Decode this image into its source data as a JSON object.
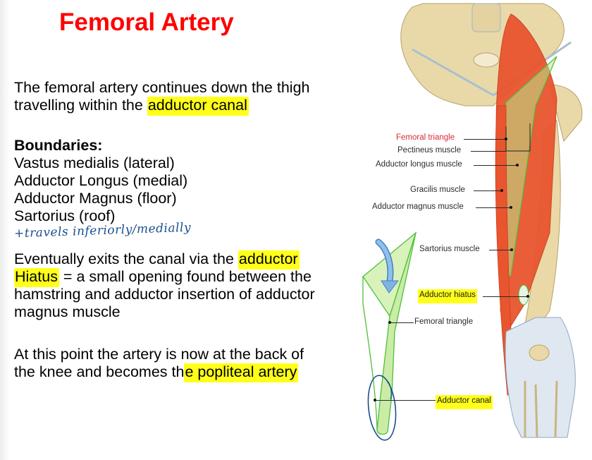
{
  "slide": {
    "title": "Femoral Artery",
    "title_color": "#ff0000",
    "highlight_color": "#ffff1a",
    "paragraph1": {
      "line1": "The femoral artery continues down the thigh",
      "line2_prefix": "travelling within the ",
      "line2_highlight": "adductor canal"
    },
    "boundaries": {
      "heading": "Boundaries:",
      "items": [
        "Vastus medialis (lateral)",
        "Adductor Longus (medial)",
        "Adductor Magnus (floor)",
        "Sartorius  (roof)"
      ]
    },
    "handwritten_note": "+travels inferiorly/medially",
    "paragraph2": {
      "line1_prefix": "Eventually exits the canal via the ",
      "line1_highlight": "adductor",
      "line2_highlight": "Hiatus",
      "line2_suffix": " = a small opening found between the",
      "line3": "hamstring and adductor insertion of adductor",
      "line4": "magnus muscle"
    },
    "paragraph3": {
      "line1": "At this point the artery is now at the back of",
      "line2_prefix": "the knee and becomes th",
      "line2_highlight": "e popliteal artery"
    }
  },
  "figure": {
    "labels": {
      "femoral_triangle_top": "Femoral triangle",
      "pectineus": "Pectineus muscle",
      "adductor_longus": "Adductor longus muscle",
      "gracilis": "Gracilis muscle",
      "adductor_magnus": "Adductor magnus muscle",
      "sartorius": "Sartorius muscle",
      "adductor_hiatus": "Adductor hiatus",
      "femoral_triangle_inset": "Femoral triangle",
      "adductor_canal": "Adductor canal"
    },
    "colors": {
      "muscle": "#e8552f",
      "bone": "#e9d9a8",
      "canal_green": "#b8e58a",
      "arrow_blue": "#5b9bd5",
      "ink_blue": "#1a4f8f"
    }
  }
}
